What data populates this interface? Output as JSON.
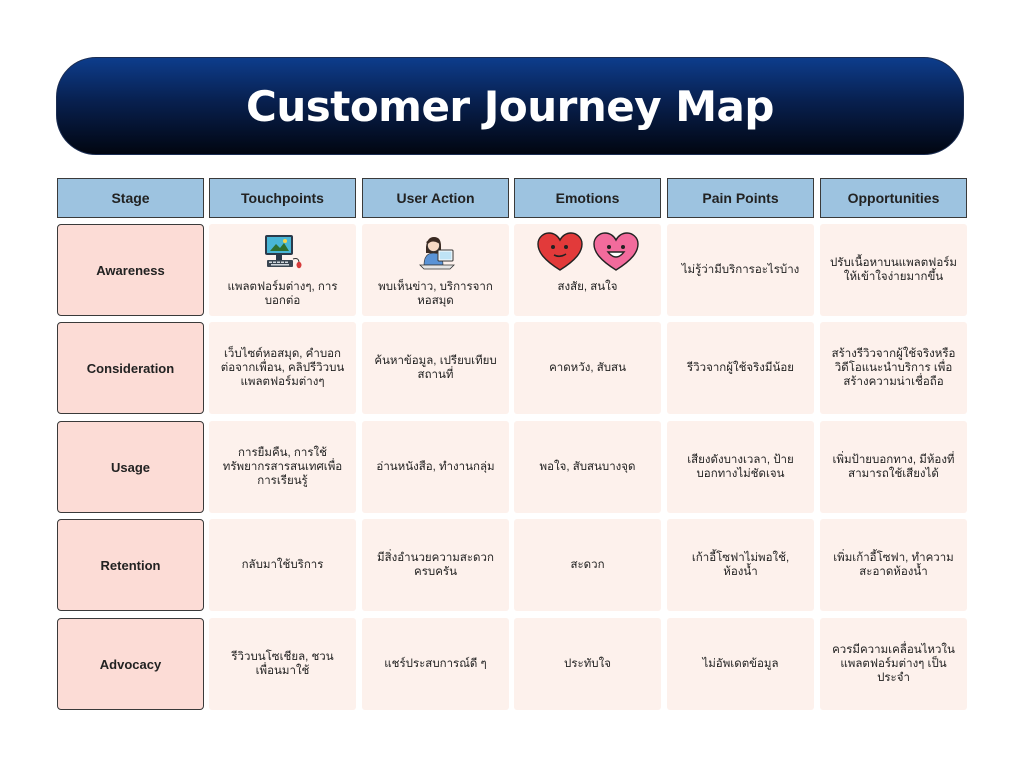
{
  "title": "Customer Journey Map",
  "headers": [
    "Stage",
    "Touchpoints",
    "User Action",
    "Emotions",
    "Pain Points",
    "Opportunities"
  ],
  "rows": [
    {
      "stage": "Awareness",
      "touchpoints": "แพลตฟอร์มต่างๆ, การบอกต่อ",
      "user_action": "พบเห็นข่าว, บริการจากหอสมุด",
      "emotions": "สงสัย, สนใจ",
      "pain_points": "ไม่รู้ว่ามีบริการอะไรบ้าง",
      "opportunities": "ปรับเนื้อหาบนแพลตฟอร์มให้เข้าใจง่ายมากขึ้น"
    },
    {
      "stage": "Consideration",
      "touchpoints": "เว็บไซต์หอสมุด, คำบอกต่อจากเพื่อน, คลิปรีวิวบนแพลตฟอร์มต่างๆ",
      "user_action": "ค้นหาข้อมูล, เปรียบเทียบสถานที่",
      "emotions": "คาดหวัง, สับสน",
      "pain_points": "รีวิวจากผู้ใช้จริงมีน้อย",
      "opportunities": "สร้างรีวิวจากผู้ใช้จริงหรือวิดีโอแนะนำบริการ เพื่อสร้างความน่าเชื่อถือ"
    },
    {
      "stage": "Usage",
      "touchpoints": "การยืมคืน, การใช้ทรัพยากรสารสนเทศเพื่อการเรียนรู้",
      "user_action": "อ่านหนังสือ, ทำงานกลุ่ม",
      "emotions": "พอใจ, สับสนบางจุด",
      "pain_points": "เสียงดังบางเวลา, ป้ายบอกทางไม่ชัดเจน",
      "opportunities": "เพิ่มป้ายบอกทาง, มีห้องที่สามารถใช้เสียงได้"
    },
    {
      "stage": "Retention",
      "touchpoints": "กลับมาใช้บริการ",
      "user_action": "มีสิ่งอำนวยความสะดวกครบครัน",
      "emotions": "สะดวก",
      "pain_points": "เก้าอี้โซฟาไม่พอใช้, ห้องน้ำ",
      "opportunities": "เพิ่มเก้าอี้โซฟา, ทำความสะอาดห้องน้ำ"
    },
    {
      "stage": "Advocacy",
      "touchpoints": "รีวิวบนโซเชียล, ชวนเพื่อนมาใช้",
      "user_action": "แชร์ประสบการณ์ดี ๆ",
      "emotions": "ประทับใจ",
      "pain_points": "ไม่อัพเดตข้อมูล",
      "opportunities": "ควรมีความเคลื่อนไหวในแพลตฟอร์มต่างๆ เป็นประจำ"
    }
  ],
  "icons": {
    "touchpoints": "computer-icon",
    "user_action": "person-at-laptop-icon",
    "emotions": "heart-faces-icon"
  },
  "colors": {
    "banner_dark": "#010611",
    "banner_blue": "#0d3d8c",
    "header_fill": "#9dc3e0",
    "stage_fill": "#fcdcd6",
    "cell_fill": "#fdf1ec"
  }
}
